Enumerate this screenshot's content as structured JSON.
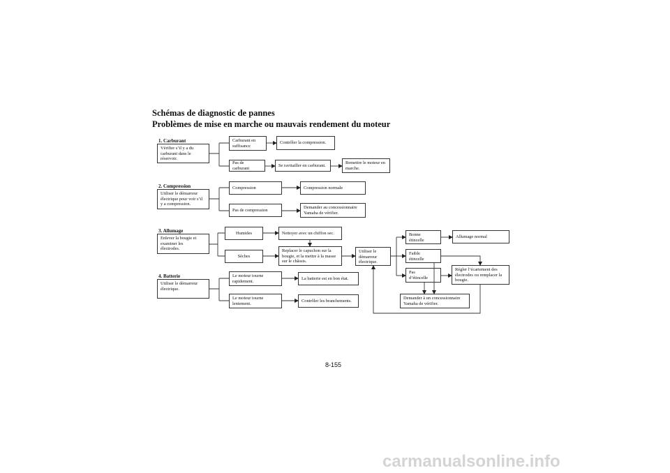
{
  "title": "Schémas de diagnostic de pannes",
  "subtitle": "Problèmes de mise en marche ou mauvais rendement du moteur",
  "sections": {
    "carburant": {
      "label": "1. Carburant",
      "check": "Vérifier s’il y a du\ncarburant dans le\nréservoir.",
      "ok": "Carburant en\nsuffisance",
      "ok_action": "Contrôler la compression.",
      "nok": "Pas de carburant",
      "nok_action": "Se ravitailler en carburant.",
      "nok_result": "Remettre le moteur en\nmarche."
    },
    "compression": {
      "label": "2. Compression",
      "check": "Utiliser le démarreur\nélectrique pour voir s’il\ny a compression.",
      "ok": "Compression",
      "ok_action": "Compression normale",
      "nok": "Pas de compression",
      "nok_action": "Demander au concessionnaire\nYamaha de vérifier."
    },
    "allumage": {
      "label": "3. Allumage",
      "check": "Enlever la bougie et\nexaminer les\nélectrodes.",
      "wet": "Humides",
      "wet_action": "Nettoyer avec un chiffon sec.",
      "dry": "Sèches",
      "dry_action": "Replacer le capuchon sur la\nbougie, et la mettre à la masse\nsur le châssis.",
      "starter": "Utiliser le\ndémarreur\nélectrique.",
      "good_spark": "Bonne\nétincelle",
      "good_result": "Allumage normal",
      "weak_spark": "Faible\nétincelle",
      "no_spark": "Pas\nd’étincelle",
      "adjust": "Régler l’écartement des\nélectrodes ou remplacer la\nbougie.",
      "dealer": "Demander à un concessionnaire\nYamaha de vérifier."
    },
    "batterie": {
      "label": "4. Batterie",
      "check": "Utiliser le démarreur\nélectrique.",
      "fast": "Le moteur tourne\nrapidement.",
      "fast_result": "La batterie est en bon état.",
      "slow": "Le moteur tourne\nlentement.",
      "slow_result": "Contrôler les branchements."
    }
  },
  "page_number": "8-155",
  "watermark": "carmanualsonline.info"
}
